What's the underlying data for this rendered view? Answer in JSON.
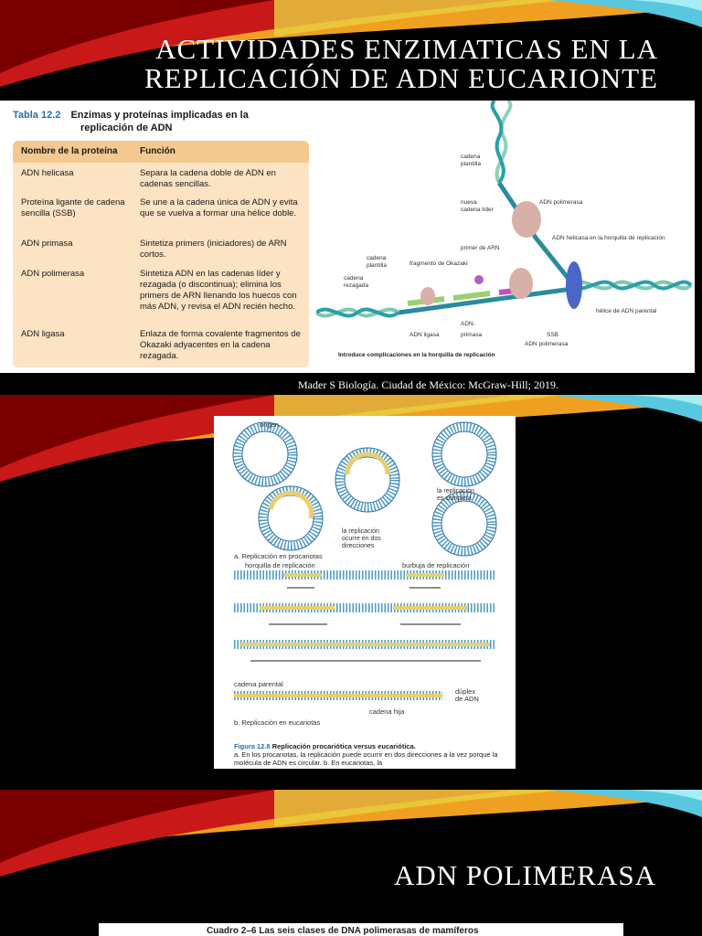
{
  "slide1": {
    "title_line1": "Actividades enzimaticas en la",
    "title_line2": "replicación de ADN eucarionte",
    "table_number": "Tabla 12.2",
    "table_title_line1": "Enzimas y proteínas implicadas en la",
    "table_title_line2": "replicación de ADN",
    "table_headers": [
      "Nombre de la proteína",
      "Función"
    ],
    "table_rows": [
      {
        "name": "ADN helicasa",
        "function": "Separa la cadena doble de ADN en cadenas sencillas."
      },
      {
        "name": "Proteína ligante de cadena sencilla (SSB)",
        "function": "Se une a la cadena única de ADN y evita que se vuelva a formar una hélice doble."
      },
      {
        "name": "ADN primasa",
        "function": "Sintetiza primers (iniciadores) de ARN cortos."
      },
      {
        "name": "ADN polimerasa",
        "function": "Sintetiza ADN en las cadenas líder y rezagada (o discontinua); elimina los primers de ARN llenando los huecos con más ADN, y revisa el ADN recién hecho."
      },
      {
        "name": "ADN ligasa",
        "function": "Enlaza de forma covalente fragmentos de Okazaki adyacentes en la cadena rezagada."
      }
    ],
    "diagram_labels": {
      "cadena_plantilla_top": "cadena plantilla",
      "nueva_cadena_lider": "nueva cadena líder",
      "adn_polimerasa_top": "ADN polimerasa",
      "helicasa": "ADN helicasa en la horquilla de replicación",
      "primer_arn": "primer de ARN",
      "fragmento_okazaki": "fragmento de Okazaki",
      "cadena_plantilla_left": "cadena plantilla",
      "cadena_rezagada": "cadena rezagada",
      "helice_parental": "hélice de ADN parental",
      "adn_ligasa": "ADN ligasa",
      "adn_primasa": "ADN- primasa",
      "adn_polimerasa_bottom": "ADN polimerasa",
      "ssb": "SSB",
      "diagram_caption": "Introduce complicaciones en la horquilla de replicación"
    },
    "citation": "Mader S Biología. Ciudad de México: McGraw-Hill; 2019."
  },
  "slide2": {
    "labels": {
      "origen": "origen",
      "replicacion_dos_direcciones": "la replicación ocurre en dos direcciones",
      "replicacion_completa": "la replicación es completa",
      "sub_a": "a. Replicación en procariotas",
      "horquilla": "horquilla de replicación",
      "burbuja": "burbuja de replicación",
      "cadena_parental": "cadena parental",
      "duplex": "dúplex de ADN",
      "cadena_hija": "cadena hija",
      "sub_b": "b. Replicación en eucariotas"
    },
    "figure_number": "Figura 12.8",
    "figure_title": "Replicación procariótica versus eucariótica.",
    "figure_text": "a. En los procariotas, la replicación puede ocurrir en dos direcciones a la vez porque la molécula de ADN es circular. b. En eucariotas, la"
  },
  "slide3": {
    "title": "ADN polimerasa",
    "table_caption": "Cuadro 2–6 Las seis clases de DNA polimerasas de mamíferos"
  }
}
